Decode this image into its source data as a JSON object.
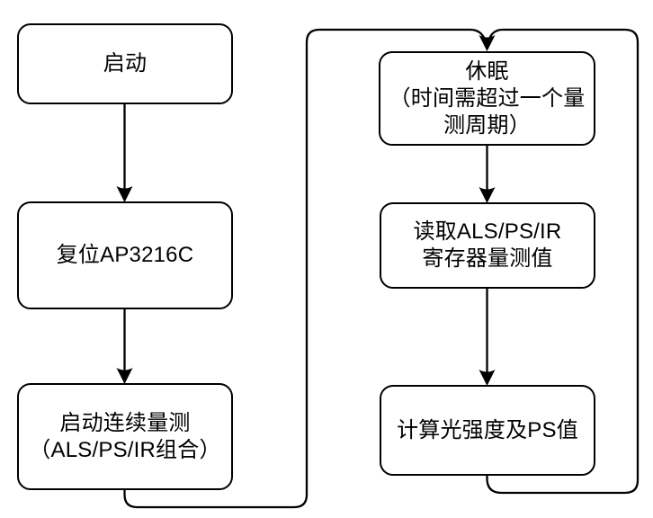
{
  "canvas": {
    "background": "#ffffff"
  },
  "diagram": {
    "type": "flowchart",
    "stroke_color": "#000000",
    "node_fill": "#ffffff",
    "text_color": "#000000",
    "nodes": [
      {
        "id": "start",
        "label": "启动"
      },
      {
        "id": "reset-ap3216c",
        "label": "复位AP3216C"
      },
      {
        "id": "start-continuous-measure",
        "label": "启动连续量测\n（ALS/PS/IR组合）"
      },
      {
        "id": "sleep",
        "label": "休眠\n（时间需超过一个量\n测周期）"
      },
      {
        "id": "read-registers",
        "label": "读取ALS/PS/IR\n寄存器量测值"
      },
      {
        "id": "calc-light-ps",
        "label": "计算光强度及PS值"
      }
    ],
    "edges": [
      {
        "from": "start",
        "to": "reset-ap3216c"
      },
      {
        "from": "reset-ap3216c",
        "to": "start-continuous-measure"
      },
      {
        "from": "start-continuous-measure",
        "to": "sleep"
      },
      {
        "from": "sleep",
        "to": "read-registers"
      },
      {
        "from": "read-registers",
        "to": "calc-light-ps"
      },
      {
        "from": "calc-light-ps",
        "to": "sleep"
      }
    ]
  }
}
